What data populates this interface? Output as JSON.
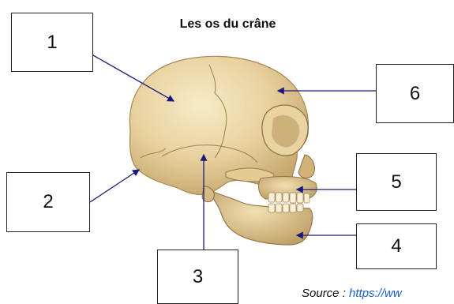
{
  "title": "Les os du crâne",
  "labels": {
    "one": "1",
    "two": "2",
    "three": "3",
    "four": "4",
    "five": "5",
    "six": "6"
  },
  "source": {
    "prefix": "Source : ",
    "link_text": "https://ww"
  },
  "colors": {
    "arrow": "#1b1a7a",
    "bone_light": "#f3e1b0",
    "bone_mid": "#ddc48c",
    "bone_dark": "#b1935c",
    "link": "#1a5fd0"
  }
}
